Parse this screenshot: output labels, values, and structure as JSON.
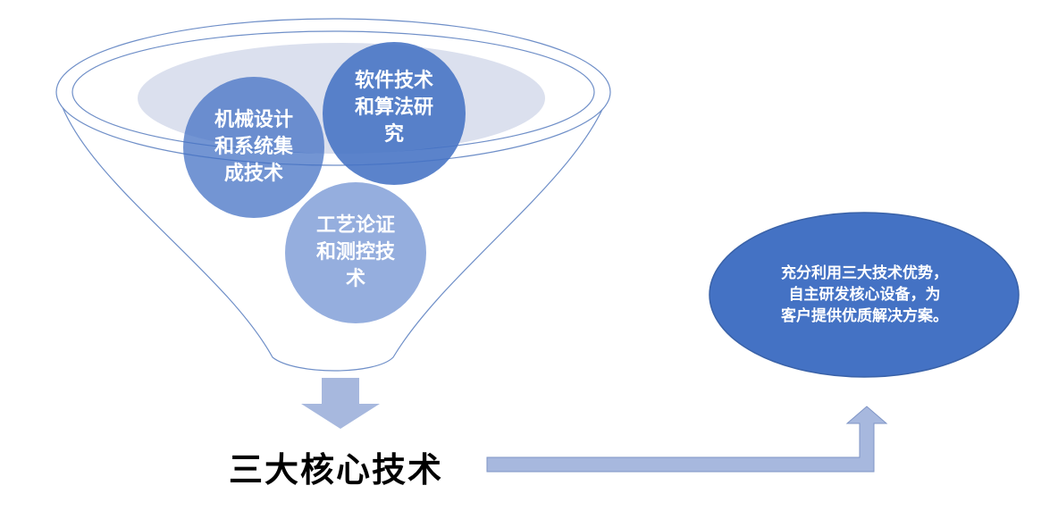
{
  "funnel": {
    "circles": [
      {
        "label": "机械设计\n和系统集\n成技术",
        "color": "#4472c4",
        "opacity": 0.75
      },
      {
        "label": "软件技术\n和算法研\n究",
        "color": "#4472c4",
        "opacity": 0.88
      },
      {
        "label": "工艺论证\n和测控技\n术",
        "color": "#8faadc",
        "opacity": 0.95
      }
    ],
    "funnel_stroke": "#6f8fc8",
    "inner_fill": "#dbe0ee"
  },
  "main_label": "三大核心技术",
  "goal": {
    "text": "充分利用三大技术优势，\n自主研发核心设备，为\n客户提供优质解决方案。",
    "color": "#4472c4"
  },
  "arrow_color": "#a7b8de"
}
